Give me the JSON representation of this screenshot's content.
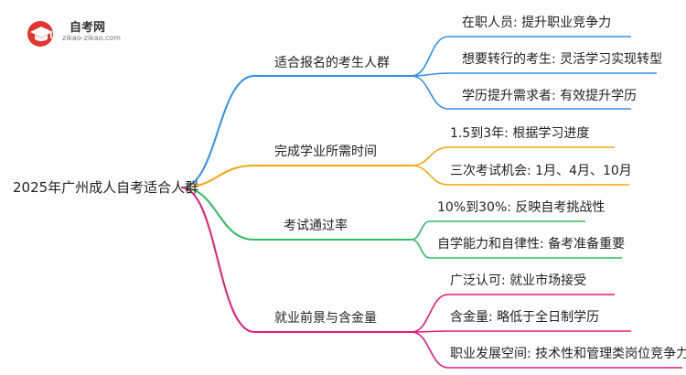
{
  "logo": {
    "name": "自考网",
    "url": "zikao-zikao.com",
    "icon": "graduation-cap-icon"
  },
  "root": "2025年广州成人自考适合人群",
  "colors": {
    "blue": "#2f8ff0",
    "orange": "#f4a70c",
    "green": "#2fbd63",
    "pink": "#e8197c"
  },
  "branches": [
    {
      "label": "适合报名的考生人群",
      "color": "blue",
      "children": [
        "在职人员: 提升职业竞争力",
        "想要转行的考生: 灵活学习实现转型",
        "学历提升需求者: 有效提升学历"
      ]
    },
    {
      "label": "完成学业所需时间",
      "color": "orange",
      "children": [
        "1.5到3年: 根据学习进度",
        "三次考试机会: 1月、4月、10月"
      ]
    },
    {
      "label": "考试通过率",
      "color": "green",
      "children": [
        "10%到30%: 反映自考挑战性",
        "自学能力和自律性: 备考准备重要"
      ]
    },
    {
      "label": "就业前景与含金量",
      "color": "pink",
      "children": [
        "广泛认可: 就业市场接受",
        "含金量: 略低于全日制学历",
        "职业发展空间: 技术性和管理类岗位竞争力"
      ]
    }
  ]
}
